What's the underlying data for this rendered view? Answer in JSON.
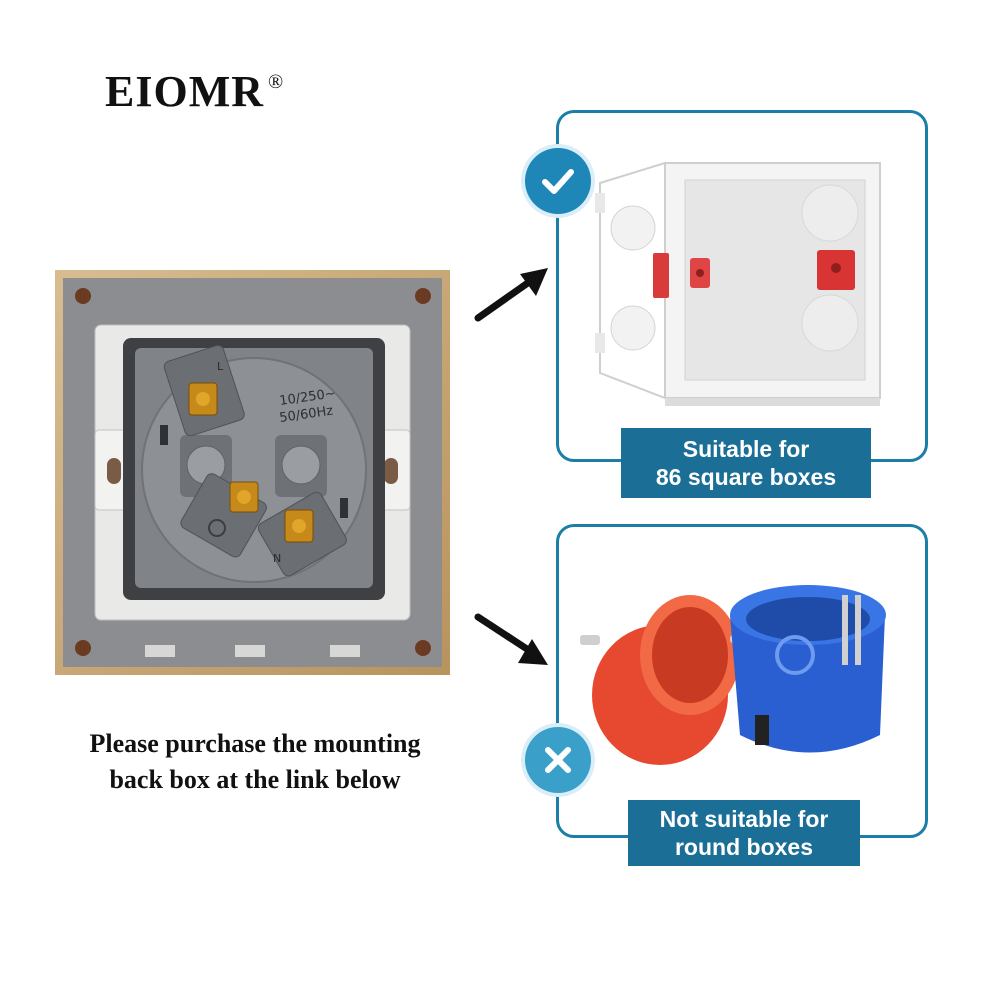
{
  "brand": {
    "name": "EIOMR",
    "mark": "®"
  },
  "caption": {
    "line1": "Please purchase the mounting",
    "line2": "back box at the link below"
  },
  "socket": {
    "rating_line1": "10/250~",
    "rating_line2": "50/60Hz",
    "terminal_l": "L",
    "terminal_n": "N"
  },
  "panels": {
    "suitable": {
      "line1": "Suitable for",
      "line2": "86 square boxes"
    },
    "not_suitable": {
      "line1": "Not suitable for",
      "line2": "round boxes"
    }
  },
  "colors": {
    "accent": "#1b7ea8",
    "label_bg": "#1b6f96",
    "frame_gold": "#c9a97a",
    "socket_gray": "#8a8d91"
  }
}
